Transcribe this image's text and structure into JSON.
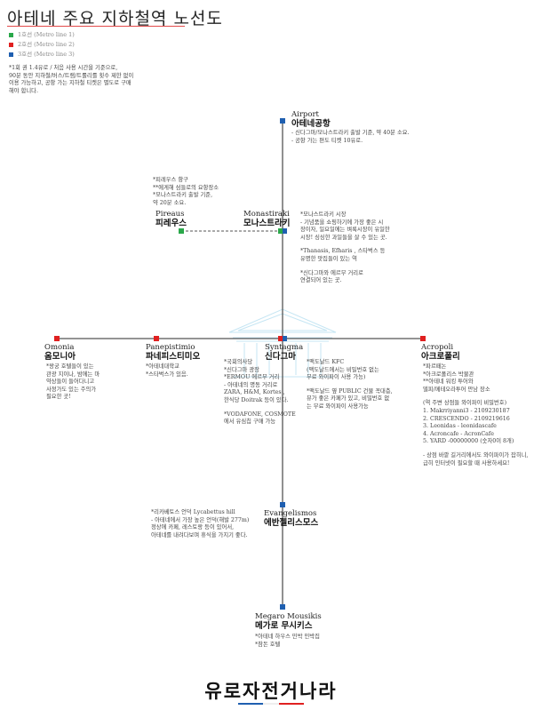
{
  "title": "아테네 주요 지하철역 노선도",
  "colors": {
    "line1": "#2aa84a",
    "line2": "#e02020",
    "line3": "#1f5fb0",
    "track": "#555555",
    "accent": "#e24a4a"
  },
  "legend": [
    {
      "label": "1호선 (Metro line 1)",
      "color": "#2aa84a"
    },
    {
      "label": "2호선 (Metro line 2)",
      "color": "#e02020"
    },
    {
      "label": "3호선 (Metro line 3)",
      "color": "#1f5fb0"
    }
  ],
  "intro_note": [
    "*1회 권 1.4유로 / 처음 사용 시간을 기준으로,",
    "90분 동안 지하철/버스/트램/트롤리를 횟수 제한 없이",
    "이용 가능하고, 공항 가는 지하철 티켓은 별도로 구매",
    "해야 합니다."
  ],
  "stations": {
    "airport": {
      "en": "Airport",
      "ko": "아테네공항",
      "notes": [
        "- 신다그마/모나스트라키 출발 기준, 약 40분 소요.",
        "- 공항 가는 편도 티켓 10유로."
      ]
    },
    "pireaus": {
      "en": "Pireaus",
      "ko": "피레우스",
      "notes": [
        "*피레우스 항구",
        "**에게해 섬들로의 요항장소",
        "*모나스트라키 출발 기준,",
        "약 20분 소요."
      ]
    },
    "monastiraki": {
      "en": "Monastiraki",
      "ko": "모나스트라키",
      "notes": [
        "*모나스트라키 시장",
        "- 기념품을 쇼핑하기에 가장 좋은 시",
        "장이자, 일요일에는 벼룩시장이 유일한",
        "시장! 싱싱한 과일들을 살 수 있는 곳.",
        "",
        "*Thanasis, Efharis , 스타벅스 등",
        "유명한 맛집들이 있는 역",
        "",
        "*신다그마와 에르무 거리로",
        "연결되어 있는 곳."
      ]
    },
    "omonia": {
      "en": "Omonia",
      "ko": "옴모니아",
      "notes": [
        "*왕궁 호텔들이 있는",
        "관광 지이나, 밤에는 마",
        "약상들이 들어다니고",
        "사정가도 있는 주의가",
        "필요한 곳!"
      ]
    },
    "panepistimio": {
      "en": "Panepistimio",
      "ko": "파네피스티미오",
      "notes": [
        "*아테네대학교",
        "*스타벅스가 있음."
      ]
    },
    "syntagma": {
      "en": "Syntagma",
      "ko": "신다그마",
      "notes_left": [
        "*국회의사당",
        "*신다그마 광장",
        "*ERMOU 에르무 거리",
        "- 아테네의 명동 거리로",
        "ZARA, H&M, Kortes ,",
        "한식당 Doitrak 등이 있다.",
        "",
        "*VODAFONE, COSMOTE",
        "에서 유심칩 구매 가능"
      ],
      "notes_right": [
        "*맥도날드 KFC",
        "(맥도날드에서는 비밀번호 없는",
        "무료 와이파이 사용 가능)",
        "",
        "*맥도날드 옆 PUBLIC 건물 꼭대층,",
        "뷰가 좋은 카페가 있고, 비밀번호 없",
        "는 무료 와이파이 사용가능"
      ]
    },
    "acropoli": {
      "en": "Acropoli",
      "ko": "아크로폴리",
      "notes": [
        "*파르떼논",
        "*아크로폴리스 박물관",
        "**아테네 워킹 투어와",
        "델피/메테오라투어 만남 장소",
        "",
        "(역 주변 상점들 와이파이 비밀번호)",
        "1. Makrriyanni3 - 2109230187",
        "2. CRESCENDO - 2109219616",
        "3. Leonidas - leonidascafe",
        "4. Acroncafe - AcronCafe",
        "5. YARD -00000000  (숫자0이 8개)",
        "",
        "- 상점 바깥 길거리에서도 와이파이가 잡히니,",
        "급히 인터넷이 필요할 때 사용하세요!"
      ]
    },
    "evangelismos": {
      "en": "Evangelismos",
      "ko": "에반젤리스모스",
      "notes": [
        "*리카베토스 언덕 Lycabettus hill",
        "- 아테네에서 가장 높은 언덕(해발 277m)",
        "정상에 카페, 레스토랑 등이 있어서,",
        "아테네를 내려다보며 휴식을 가지기 좋다."
      ]
    },
    "megaro": {
      "en": "Megaro Mousikis",
      "ko": "메가로 무시키스",
      "notes": [
        "*아테네 하우스 민박 민박집",
        "*참돈 호텔"
      ]
    }
  },
  "footer": {
    "logo": "유로자전거나라"
  }
}
